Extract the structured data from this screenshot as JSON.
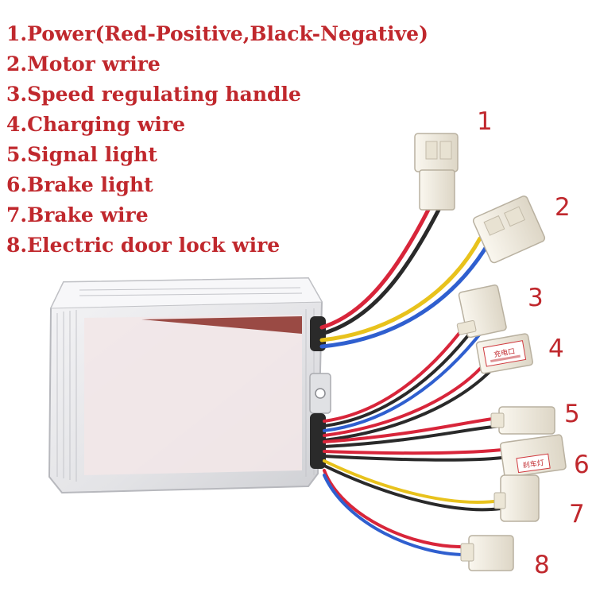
{
  "legend": [
    "1.Power(Red-Positive,Black-Negative)",
    "2.Motor wrire",
    "3.Speed regulating handle",
    "4.Charging wire",
    "5.Signal light",
    "6.Brake light",
    "7.Brake wire",
    "8.Electric door lock wire"
  ],
  "callouts": [
    "1",
    "2",
    "3",
    "4",
    "5",
    "6",
    "7",
    "8"
  ],
  "tags": {
    "charging": "充电口",
    "brake_light": "刹车灯"
  },
  "colors": {
    "label_red": "#c0282d",
    "wire_red": "#d8253a",
    "wire_black": "#2a2a2a",
    "wire_yellow": "#e8c21c",
    "wire_blue": "#2f5fcf",
    "housing": "#e6e6e8",
    "connector": "#f1ecdf"
  }
}
